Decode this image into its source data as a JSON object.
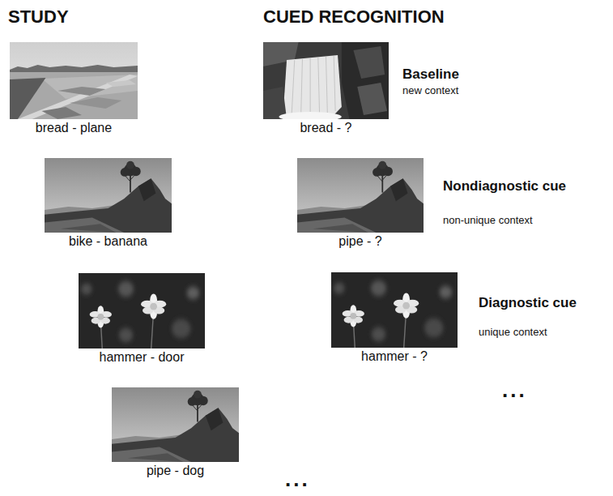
{
  "diagram": {
    "nodes": [
      {
        "text": [
          "bread - plane"
        ]
      },
      {
        "text": [
          "bike - banana"
        ]
      },
      {
        "text": [
          "hammer - door"
        ]
      },
      {
        "text": [
          "pipe - dog"
        ]
      },
      {
        "text": [
          "bread - ?"
        ]
      },
      {
        "text": [
          "pipe - ?"
        ]
      },
      {
        "text": [
          "hammer - ?"
        ]
      }
    ],
    "labels": [
      "STUDY",
      "CUED RECOGNITION",
      "Baseline",
      "new context",
      "Nondiagnostic cue",
      "non-unique context",
      "Diagnostic cue",
      "unique context",
      "...",
      "..."
    ]
  }
}
